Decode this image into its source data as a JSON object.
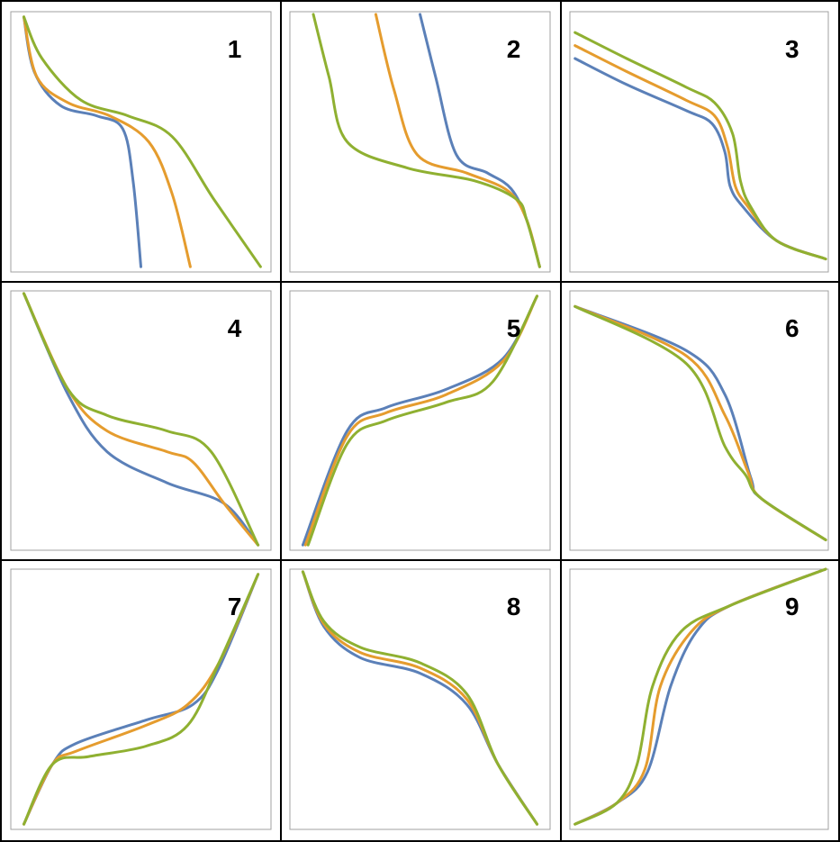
{
  "colors": {
    "blue": "#5b80b8",
    "orange": "#e59c2e",
    "green": "#8fb031"
  },
  "chart_data": [
    {
      "type": "line",
      "label": "1",
      "series": [
        {
          "color": "blue",
          "points": [
            [
              0.05,
              0.98
            ],
            [
              0.09,
              0.77
            ],
            [
              0.19,
              0.64
            ],
            [
              0.33,
              0.6
            ],
            [
              0.43,
              0.55
            ],
            [
              0.47,
              0.35
            ],
            [
              0.5,
              0.02
            ]
          ]
        },
        {
          "color": "orange",
          "points": [
            [
              0.05,
              0.98
            ],
            [
              0.1,
              0.75
            ],
            [
              0.22,
              0.65
            ],
            [
              0.38,
              0.6
            ],
            [
              0.53,
              0.5
            ],
            [
              0.62,
              0.3
            ],
            [
              0.69,
              0.02
            ]
          ]
        },
        {
          "color": "green",
          "points": [
            [
              0.05,
              0.98
            ],
            [
              0.12,
              0.82
            ],
            [
              0.27,
              0.66
            ],
            [
              0.45,
              0.6
            ],
            [
              0.62,
              0.52
            ],
            [
              0.78,
              0.28
            ],
            [
              0.96,
              0.02
            ]
          ]
        }
      ]
    },
    {
      "type": "line",
      "label": "2",
      "series": [
        {
          "color": "blue",
          "points": [
            [
              0.5,
              0.99
            ],
            [
              0.56,
              0.75
            ],
            [
              0.64,
              0.45
            ],
            [
              0.76,
              0.38
            ],
            [
              0.85,
              0.32
            ],
            [
              0.91,
              0.2
            ],
            [
              0.96,
              0.02
            ]
          ]
        },
        {
          "color": "orange",
          "points": [
            [
              0.33,
              0.99
            ],
            [
              0.4,
              0.7
            ],
            [
              0.49,
              0.45
            ],
            [
              0.68,
              0.38
            ],
            [
              0.84,
              0.31
            ],
            [
              0.91,
              0.2
            ],
            [
              0.96,
              0.02
            ]
          ]
        },
        {
          "color": "green",
          "points": [
            [
              0.09,
              0.99
            ],
            [
              0.15,
              0.75
            ],
            [
              0.22,
              0.5
            ],
            [
              0.45,
              0.4
            ],
            [
              0.71,
              0.35
            ],
            [
              0.87,
              0.28
            ],
            [
              0.91,
              0.2
            ],
            [
              0.96,
              0.02
            ]
          ]
        }
      ]
    },
    {
      "type": "line",
      "label": "3",
      "series": [
        {
          "color": "blue",
          "points": [
            [
              0.02,
              0.82
            ],
            [
              0.22,
              0.72
            ],
            [
              0.45,
              0.62
            ],
            [
              0.55,
              0.57
            ],
            [
              0.6,
              0.46
            ],
            [
              0.62,
              0.33
            ],
            [
              0.67,
              0.25
            ],
            [
              0.8,
              0.12
            ],
            [
              0.99,
              0.05
            ]
          ]
        },
        {
          "color": "orange",
          "points": [
            [
              0.02,
              0.87
            ],
            [
              0.22,
              0.77
            ],
            [
              0.45,
              0.66
            ],
            [
              0.56,
              0.6
            ],
            [
              0.61,
              0.48
            ],
            [
              0.64,
              0.33
            ],
            [
              0.69,
              0.25
            ],
            [
              0.8,
              0.12
            ],
            [
              0.99,
              0.05
            ]
          ]
        },
        {
          "color": "green",
          "points": [
            [
              0.02,
              0.92
            ],
            [
              0.22,
              0.82
            ],
            [
              0.45,
              0.71
            ],
            [
              0.56,
              0.65
            ],
            [
              0.63,
              0.53
            ],
            [
              0.66,
              0.35
            ],
            [
              0.7,
              0.25
            ],
            [
              0.8,
              0.12
            ],
            [
              0.99,
              0.05
            ]
          ]
        }
      ]
    },
    {
      "type": "line",
      "label": "4",
      "series": [
        {
          "color": "blue",
          "points": [
            [
              0.05,
              0.99
            ],
            [
              0.22,
              0.6
            ],
            [
              0.37,
              0.38
            ],
            [
              0.6,
              0.26
            ],
            [
              0.82,
              0.18
            ],
            [
              0.95,
              0.02
            ]
          ]
        },
        {
          "color": "orange",
          "points": [
            [
              0.05,
              0.99
            ],
            [
              0.22,
              0.62
            ],
            [
              0.37,
              0.46
            ],
            [
              0.6,
              0.38
            ],
            [
              0.7,
              0.34
            ],
            [
              0.82,
              0.18
            ],
            [
              0.95,
              0.02
            ]
          ]
        },
        {
          "color": "green",
          "points": [
            [
              0.05,
              0.99
            ],
            [
              0.22,
              0.62
            ],
            [
              0.37,
              0.52
            ],
            [
              0.6,
              0.46
            ],
            [
              0.77,
              0.38
            ],
            [
              0.95,
              0.02
            ]
          ]
        }
      ]
    },
    {
      "type": "line",
      "label": "5",
      "series": [
        {
          "color": "blue",
          "points": [
            [
              0.05,
              0.02
            ],
            [
              0.22,
              0.46
            ],
            [
              0.37,
              0.55
            ],
            [
              0.6,
              0.62
            ],
            [
              0.82,
              0.74
            ],
            [
              0.95,
              0.98
            ]
          ]
        },
        {
          "color": "orange",
          "points": [
            [
              0.06,
              0.02
            ],
            [
              0.22,
              0.44
            ],
            [
              0.37,
              0.53
            ],
            [
              0.6,
              0.6
            ],
            [
              0.82,
              0.73
            ],
            [
              0.95,
              0.98
            ]
          ]
        },
        {
          "color": "green",
          "points": [
            [
              0.07,
              0.02
            ],
            [
              0.22,
              0.41
            ],
            [
              0.37,
              0.5
            ],
            [
              0.6,
              0.57
            ],
            [
              0.78,
              0.65
            ],
            [
              0.95,
              0.98
            ]
          ]
        }
      ]
    },
    {
      "type": "line",
      "label": "6",
      "series": [
        {
          "color": "blue",
          "points": [
            [
              0.02,
              0.94
            ],
            [
              0.45,
              0.77
            ],
            [
              0.6,
              0.6
            ],
            [
              0.7,
              0.28
            ],
            [
              0.74,
              0.2
            ],
            [
              0.99,
              0.04
            ]
          ]
        },
        {
          "color": "orange",
          "points": [
            [
              0.02,
              0.94
            ],
            [
              0.45,
              0.75
            ],
            [
              0.6,
              0.52
            ],
            [
              0.69,
              0.3
            ],
            [
              0.74,
              0.2
            ],
            [
              0.99,
              0.04
            ]
          ]
        },
        {
          "color": "green",
          "points": [
            [
              0.02,
              0.94
            ],
            [
              0.45,
              0.72
            ],
            [
              0.6,
              0.4
            ],
            [
              0.68,
              0.29
            ],
            [
              0.74,
              0.2
            ],
            [
              0.99,
              0.04
            ]
          ]
        }
      ]
    },
    {
      "type": "line",
      "label": "7",
      "series": [
        {
          "color": "blue",
          "points": [
            [
              0.05,
              0.02
            ],
            [
              0.16,
              0.25
            ],
            [
              0.25,
              0.33
            ],
            [
              0.52,
              0.42
            ],
            [
              0.7,
              0.48
            ],
            [
              0.8,
              0.62
            ],
            [
              0.95,
              0.98
            ]
          ]
        },
        {
          "color": "orange",
          "points": [
            [
              0.05,
              0.02
            ],
            [
              0.16,
              0.25
            ],
            [
              0.25,
              0.3
            ],
            [
              0.52,
              0.4
            ],
            [
              0.68,
              0.48
            ],
            [
              0.8,
              0.64
            ],
            [
              0.95,
              0.98
            ]
          ]
        },
        {
          "color": "green",
          "points": [
            [
              0.05,
              0.02
            ],
            [
              0.16,
              0.25
            ],
            [
              0.3,
              0.28
            ],
            [
              0.52,
              0.32
            ],
            [
              0.68,
              0.4
            ],
            [
              0.8,
              0.64
            ],
            [
              0.95,
              0.98
            ]
          ]
        }
      ]
    },
    {
      "type": "line",
      "label": "8",
      "series": [
        {
          "color": "blue",
          "points": [
            [
              0.05,
              0.99
            ],
            [
              0.13,
              0.78
            ],
            [
              0.27,
              0.66
            ],
            [
              0.5,
              0.6
            ],
            [
              0.68,
              0.48
            ],
            [
              0.8,
              0.25
            ],
            [
              0.95,
              0.02
            ]
          ]
        },
        {
          "color": "orange",
          "points": [
            [
              0.05,
              0.99
            ],
            [
              0.13,
              0.79
            ],
            [
              0.27,
              0.68
            ],
            [
              0.5,
              0.62
            ],
            [
              0.68,
              0.5
            ],
            [
              0.8,
              0.25
            ],
            [
              0.95,
              0.02
            ]
          ]
        },
        {
          "color": "green",
          "points": [
            [
              0.05,
              0.99
            ],
            [
              0.13,
              0.8
            ],
            [
              0.27,
              0.7
            ],
            [
              0.5,
              0.64
            ],
            [
              0.68,
              0.52
            ],
            [
              0.8,
              0.25
            ],
            [
              0.95,
              0.02
            ]
          ]
        }
      ]
    },
    {
      "type": "line",
      "label": "9",
      "series": [
        {
          "color": "blue",
          "points": [
            [
              0.02,
              0.02
            ],
            [
              0.18,
              0.1
            ],
            [
              0.3,
              0.22
            ],
            [
              0.39,
              0.55
            ],
            [
              0.49,
              0.76
            ],
            [
              0.62,
              0.86
            ],
            [
              0.99,
              1.0
            ]
          ]
        },
        {
          "color": "orange",
          "points": [
            [
              0.02,
              0.02
            ],
            [
              0.18,
              0.1
            ],
            [
              0.29,
              0.23
            ],
            [
              0.35,
              0.55
            ],
            [
              0.47,
              0.76
            ],
            [
              0.62,
              0.86
            ],
            [
              0.99,
              1.0
            ]
          ]
        },
        {
          "color": "green",
          "points": [
            [
              0.02,
              0.02
            ],
            [
              0.18,
              0.1
            ],
            [
              0.26,
              0.25
            ],
            [
              0.32,
              0.55
            ],
            [
              0.43,
              0.76
            ],
            [
              0.62,
              0.86
            ],
            [
              0.99,
              1.0
            ]
          ]
        }
      ]
    }
  ]
}
